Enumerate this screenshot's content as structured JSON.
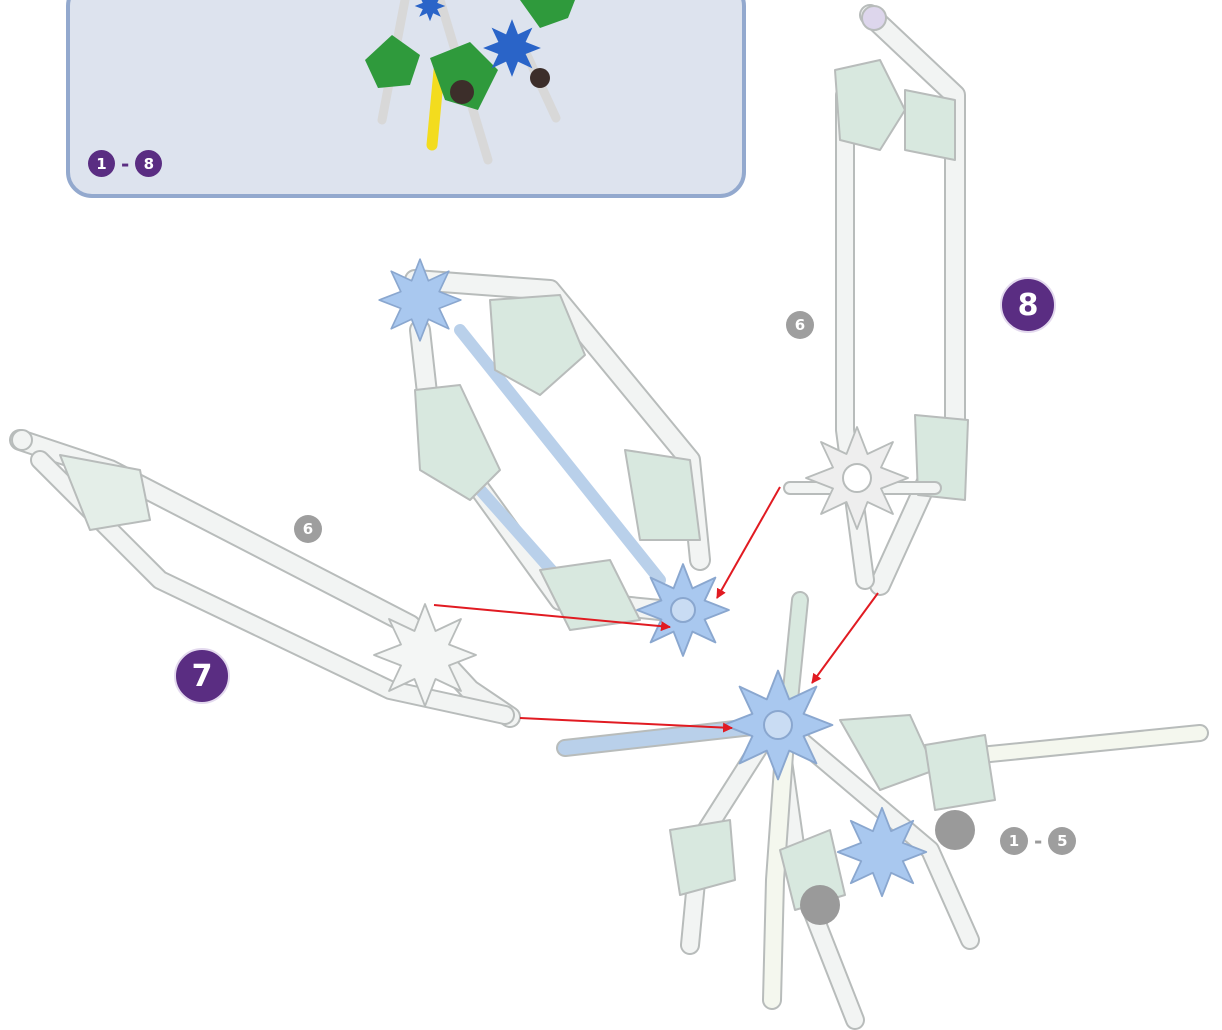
{
  "inset": {
    "step_range": {
      "from": "1",
      "separator": "-",
      "to": "8"
    }
  },
  "steps": {
    "step_8": "8",
    "step_7": "7"
  },
  "part_quantities": {
    "upper_part": "6",
    "left_part": "6"
  },
  "assembly": {
    "step_range": {
      "from": "1",
      "separator": "-",
      "to": "5"
    }
  },
  "colors": {
    "badge_purple": "#5a2d82",
    "inset_background": "#dde3ee",
    "inset_border": "#93a9ce",
    "quantity_gray": "#9e9e9e",
    "arrow_red": "#e11b22",
    "connector_blue": "#a9c8ef",
    "connector_white": "#f2f4f3",
    "clip_green": "#d8e8df"
  }
}
